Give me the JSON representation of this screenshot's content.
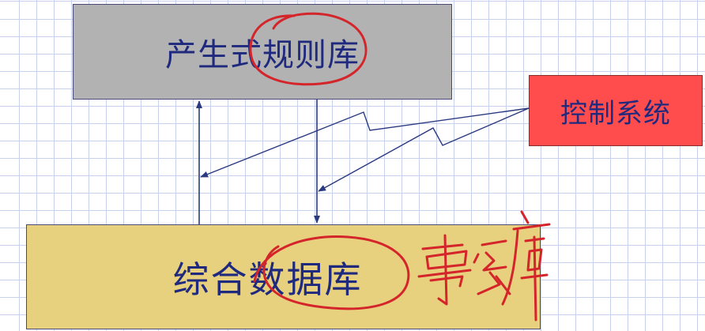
{
  "diagram": {
    "nodes": {
      "rule_base": {
        "label": "产生式规则库",
        "fill": "#b2b2b2"
      },
      "control_system": {
        "label": "控制系统",
        "fill": "#ff4d4d"
      },
      "data_base": {
        "label": "综合数据库",
        "fill": "#e8d17e"
      }
    },
    "edges": [
      {
        "from": "data_base",
        "to": "rule_base",
        "style": "arrow"
      },
      {
        "from": "rule_base",
        "to": "data_base",
        "style": "arrow"
      },
      {
        "from": "control_system",
        "to": "data_base-to-rule_base-edge",
        "style": "zigzag-arrow"
      },
      {
        "from": "control_system",
        "to": "rule_base-to-data_base-edge",
        "style": "zigzag-arrow"
      }
    ],
    "line_color": "#2b3a80",
    "annotation_color": "#d4252b"
  }
}
